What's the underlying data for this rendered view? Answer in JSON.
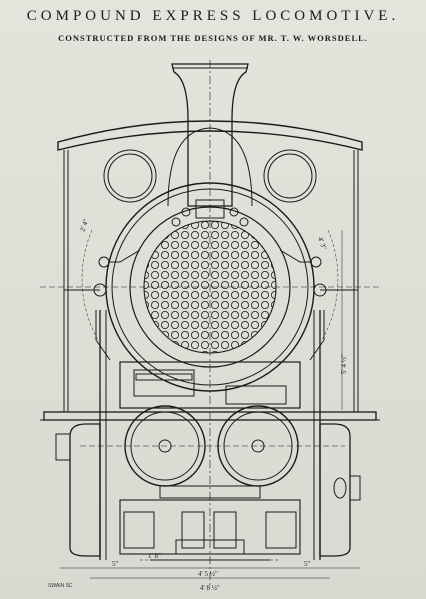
{
  "header": {
    "title": "COMPOUND EXPRESS LOCOMOTIVE.",
    "subtitle": "CONSTRUCTED FROM THE DESIGNS OF MR. T. W. WORSDELL."
  },
  "drawing": {
    "dim_labels": {
      "left_radius": "2' 4\"",
      "right_radius": "4' 3\"",
      "side_height": "5' 4 ½\"",
      "bottom_left": "5\"",
      "bottom_mid": "1' 8\"",
      "bottom_right": "5\"",
      "bottom_width": "4' 5 ½\"",
      "gauge": "4' 8 ½\""
    },
    "engraver_mark": "SWAIN SC"
  },
  "colors": {
    "ink": "#1a1a1a",
    "paper": "#e0e0d8"
  }
}
